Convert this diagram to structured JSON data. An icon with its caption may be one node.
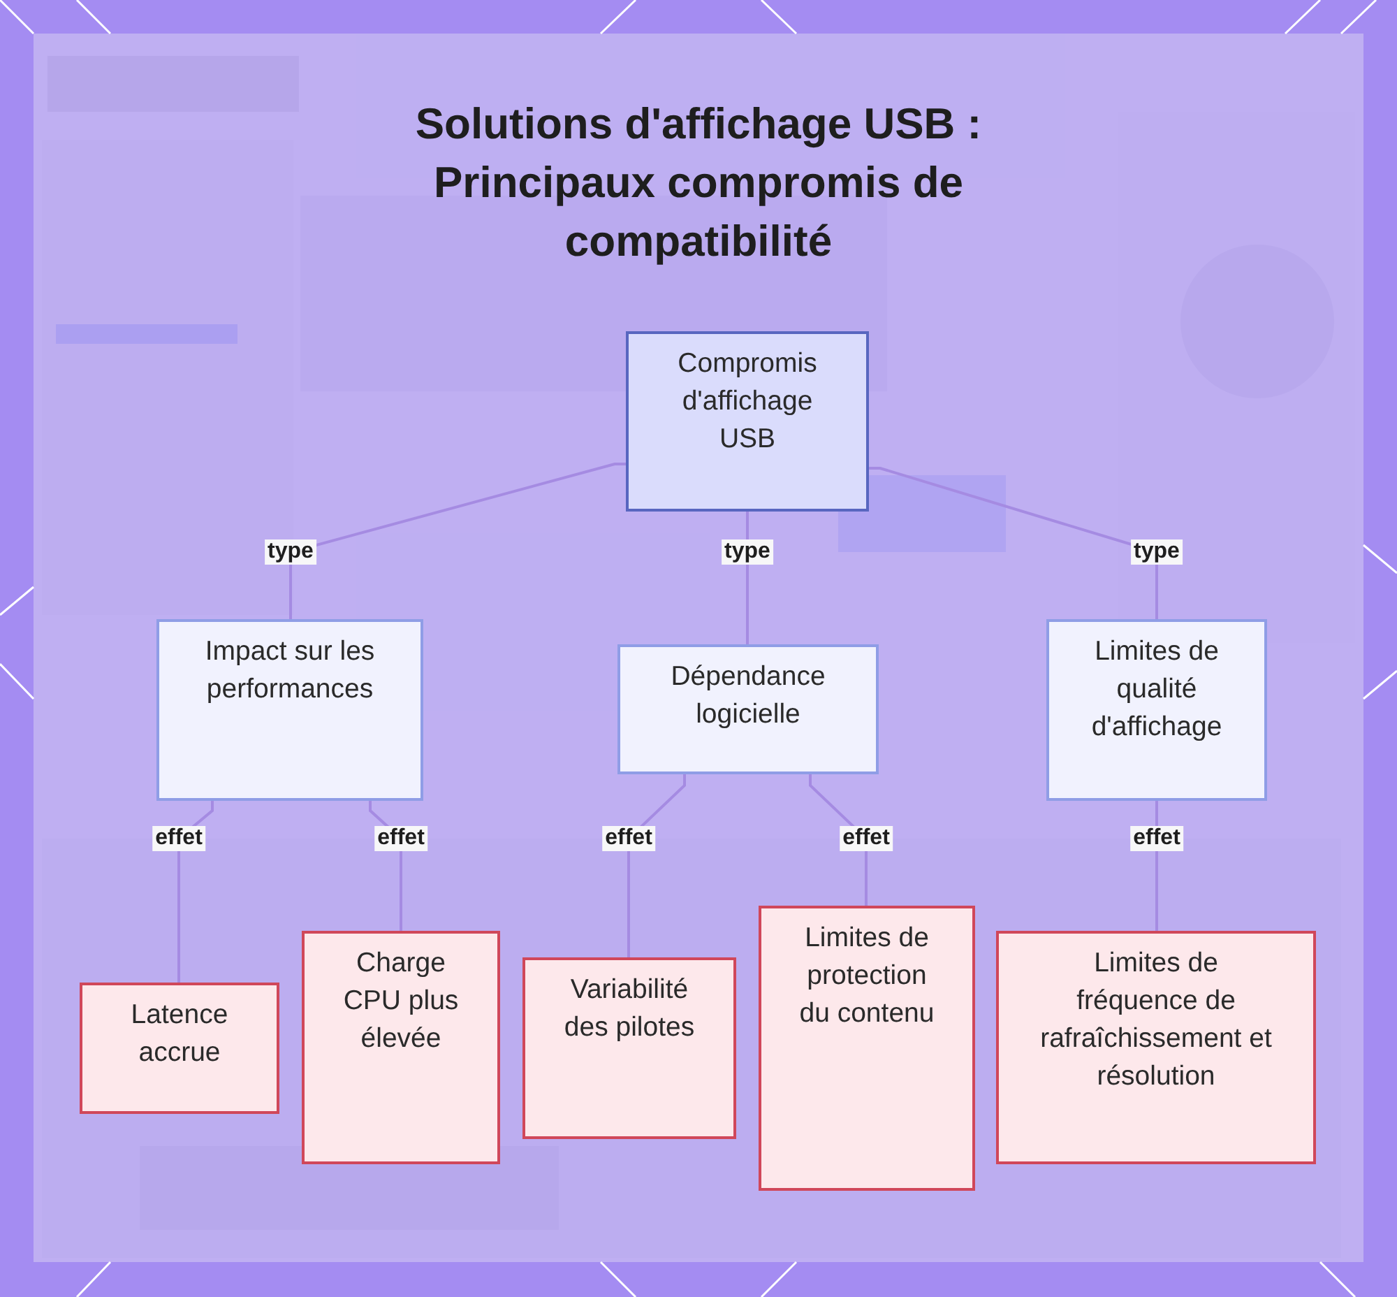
{
  "diagram": {
    "title": "Solutions d'affichage USB : Principaux compromis de compatibilité",
    "nodes": [
      {
        "text": [
          "Compromis d'affichage USB"
        ]
      },
      {
        "text": [
          "Impact sur les performances"
        ]
      },
      {
        "text": [
          "Dépendance logicielle"
        ]
      },
      {
        "text": [
          "Limites de qualité d'affichage"
        ]
      },
      {
        "text": [
          "Latence accrue"
        ]
      },
      {
        "text": [
          "Charge CPU plus élevée"
        ]
      },
      {
        "text": [
          "Variabilité des pilotes"
        ]
      },
      {
        "text": [
          "Limites de protection du contenu"
        ]
      },
      {
        "text": [
          "Limites de fréquence de rafraîchissement et résolution"
        ]
      }
    ],
    "edges": [
      {
        "from": 0,
        "to": 1,
        "arrow": "none",
        "label": "type"
      },
      {
        "from": 0,
        "to": 2,
        "arrow": "none",
        "label": "type"
      },
      {
        "from": 0,
        "to": 3,
        "arrow": "none",
        "label": "type"
      },
      {
        "from": 1,
        "to": 4,
        "arrow": "none",
        "label": "effet"
      },
      {
        "from": 1,
        "to": 5,
        "arrow": "none",
        "label": "effet"
      },
      {
        "from": 2,
        "to": 6,
        "arrow": "none",
        "label": "effet"
      },
      {
        "from": 2,
        "to": 7,
        "arrow": "none",
        "label": "effet"
      },
      {
        "from": 3,
        "to": 8,
        "arrow": "none",
        "label": "effet"
      }
    ]
  }
}
